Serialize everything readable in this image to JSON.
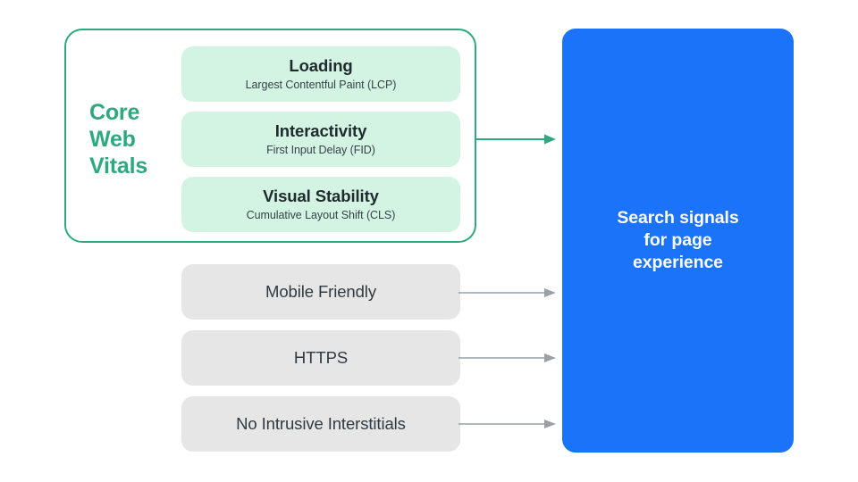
{
  "diagram": {
    "title": "Search signals for page experience",
    "colors": {
      "accent_green": "#2ea97f",
      "card_green": "#d3f4e2",
      "card_gray": "#e6e6e6",
      "accent_blue": "#1a73f8",
      "arrow_gray": "#9aa0a6",
      "text_dark": "#202b30",
      "text_white": "#ffffff"
    },
    "core_web_vitals": {
      "label": "Core\nWeb\nVitals",
      "label_lines": [
        "Core",
        "Web",
        "Vitals"
      ],
      "metrics": [
        {
          "title": "Loading",
          "subtitle": "Largest Contentful Paint (LCP)"
        },
        {
          "title": "Interactivity",
          "subtitle": "First Input Delay (FID)"
        },
        {
          "title": "Visual Stability",
          "subtitle": "Cumulative Layout Shift (CLS)"
        }
      ]
    },
    "other_signals": [
      {
        "title": "Mobile Friendly"
      },
      {
        "title": "HTTPS"
      },
      {
        "title": "No Intrusive Interstitials"
      }
    ],
    "outcome": {
      "text": "Search signals\nfor page\nexperience"
    },
    "arrows": [
      {
        "name": "core-web-vitals-to-outcome",
        "color": "#2ea97f"
      },
      {
        "name": "mobile-friendly-to-outcome",
        "color": "#9aa0a6"
      },
      {
        "name": "https-to-outcome",
        "color": "#9aa0a6"
      },
      {
        "name": "no-intrusive-interstitials-to-outcome",
        "color": "#9aa0a6"
      }
    ]
  }
}
